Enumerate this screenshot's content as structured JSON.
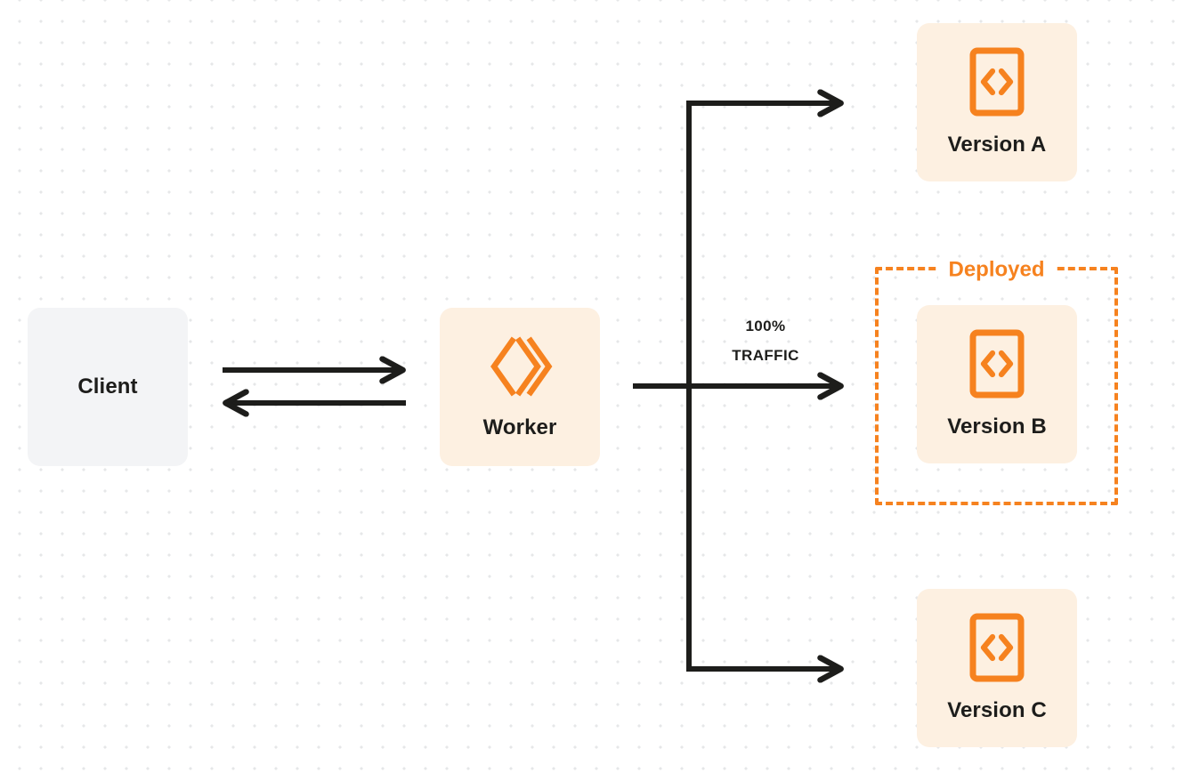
{
  "diagram": {
    "title": "Worker version traffic routing",
    "background": "#ffffff",
    "dot_grid_color": "#e6e7e8",
    "colors": {
      "orange": "#f6821f",
      "orange_tint": "#fdf0e1",
      "gray_tint": "#f3f4f6",
      "ink": "#1d1d1b"
    }
  },
  "client": {
    "label": "Client",
    "icon": "none"
  },
  "worker": {
    "label": "Worker",
    "icon": "cloudflare-workers-logo"
  },
  "versions": [
    {
      "id": "a",
      "label": "Version A",
      "icon": "code-file-icon",
      "deployed": false
    },
    {
      "id": "b",
      "label": "Version B",
      "icon": "code-file-icon",
      "deployed": true
    },
    {
      "id": "c",
      "label": "Version C",
      "icon": "code-file-icon",
      "deployed": false
    }
  ],
  "deployed_group": {
    "label": "Deployed",
    "border_style": "dashed",
    "border_color": "#f6821f",
    "contains": "Version B"
  },
  "traffic": {
    "percent": "100%",
    "caption": "TRAFFIC",
    "target": "Version B"
  },
  "connections": [
    {
      "from": "Client",
      "to": "Worker",
      "direction": "request"
    },
    {
      "from": "Worker",
      "to": "Client",
      "direction": "response"
    },
    {
      "from": "Worker",
      "to": "Version A",
      "direction": "routed"
    },
    {
      "from": "Worker",
      "to": "Version B",
      "direction": "routed"
    },
    {
      "from": "Worker",
      "to": "Version C",
      "direction": "routed"
    }
  ]
}
